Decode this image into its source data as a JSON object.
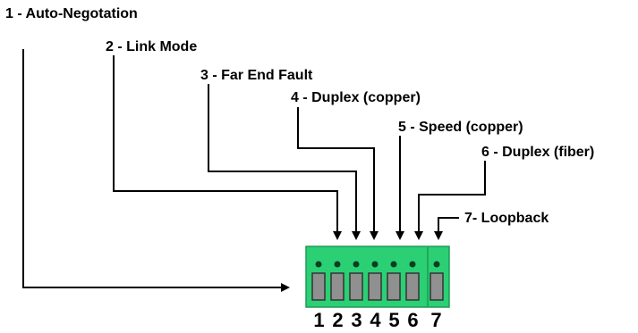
{
  "labels": [
    "1 - Auto-Negotation",
    "2 - Link Mode",
    "3 - Far End Fault",
    "4 - Duplex (copper)",
    "5 - Speed (copper)",
    "6 - Duplex (fiber)",
    "7- Loopback"
  ],
  "switch_numbers": [
    "1",
    "2",
    "3",
    "4",
    "5",
    "6",
    "7"
  ],
  "colors": {
    "switch_body": "#2bd074",
    "switch_dark": "#1e9a55",
    "slot": "#909090",
    "line": "#000000"
  }
}
